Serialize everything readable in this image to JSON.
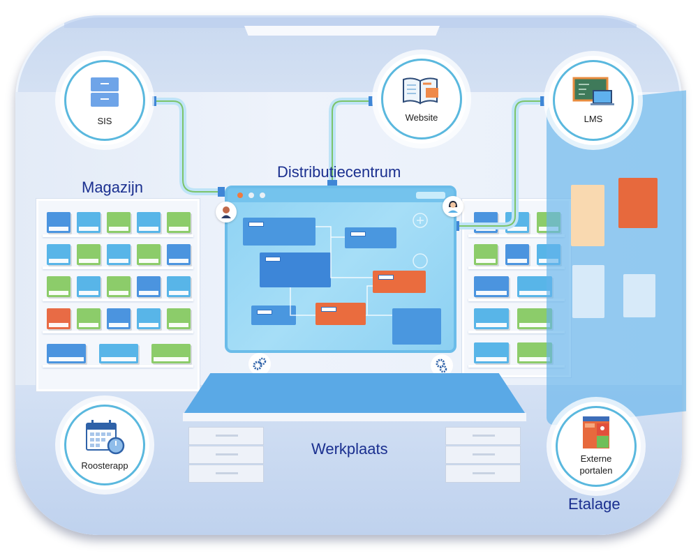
{
  "diagram": {
    "zones": {
      "magazijn": "Magazijn",
      "distributiecentrum": "Distributiecentrum",
      "werkplaats": "Werkplaats",
      "etalage": "Etalage"
    },
    "nodes": [
      {
        "id": "sis",
        "label": "SIS",
        "icon": "filing-cabinet-icon"
      },
      {
        "id": "website",
        "label": "Website",
        "icon": "book-cart-icon"
      },
      {
        "id": "lms",
        "label": "LMS",
        "icon": "chalkboard-laptop-icon"
      },
      {
        "id": "roosterapp",
        "label": "Roosterapp",
        "icon": "calendar-clock-icon"
      },
      {
        "id": "externe-portalen",
        "label_line1": "Externe",
        "label_line2": "portalen",
        "icon": "portal-window-icon"
      }
    ],
    "connections": [
      {
        "from": "SIS",
        "to": "Distributiecentrum"
      },
      {
        "from": "Website",
        "to": "Distributiecentrum"
      },
      {
        "from": "LMS",
        "to": "Distributiecentrum"
      }
    ],
    "colors": {
      "title": "#1a2f8f",
      "ring": "#5ab8de",
      "connector": "#7cc46a",
      "blue": "#4a97df",
      "orange": "#ea6c3e",
      "green": "#8ccc6a"
    }
  }
}
